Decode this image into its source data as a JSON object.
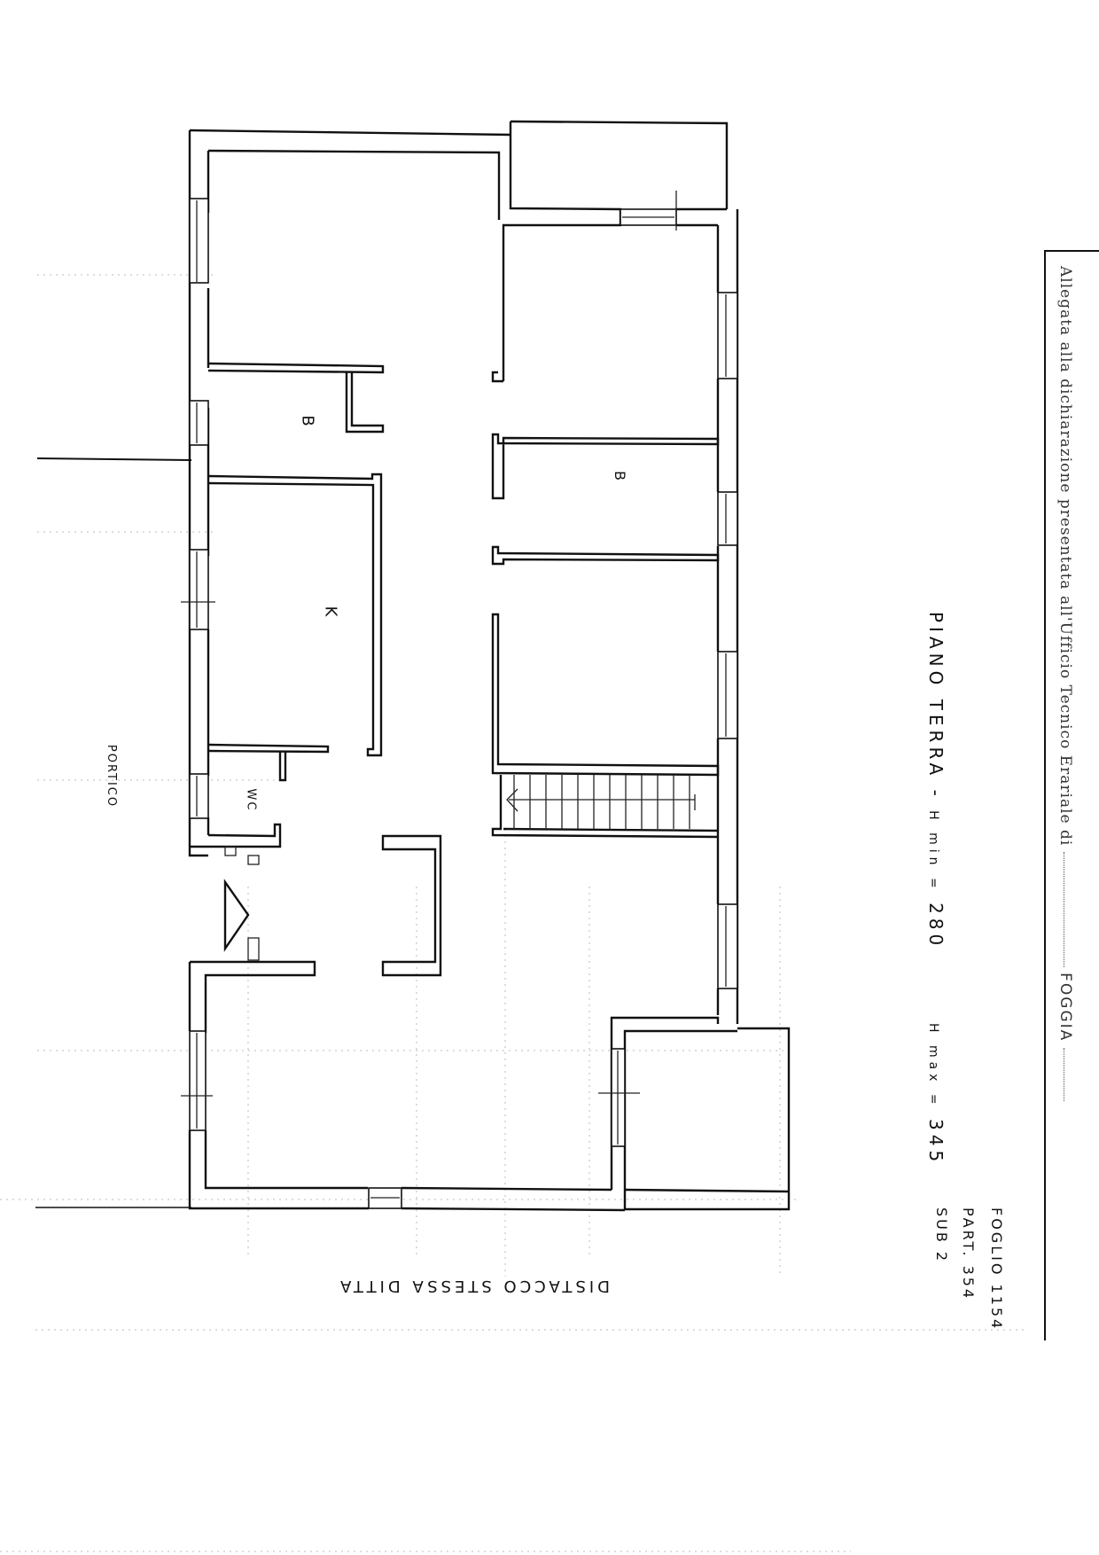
{
  "document": {
    "type": "floor plan (scanned cadastral drawing)",
    "orientation": "rotated 90° clockwise"
  },
  "margin_note": {
    "text_prefix": "Allegata alla dichiarazione presentata all'Ufficio Tecnico Erariale di",
    "place": "FOGGIA"
  },
  "title": {
    "floor": "PIANO TERRA",
    "h_min_label": "H min =",
    "h_min_value": "280",
    "h_max_label": "H max =",
    "h_max_value": "345"
  },
  "cadastral": {
    "foglio": "FOGLIO 1154",
    "particella": "PART. 354",
    "sub": "SUB 2"
  },
  "boundary_note": "DISTACCO STESSA DITTA",
  "exterior_label": "PORTICO",
  "rooms": [
    {
      "id": "bedroom-top-left",
      "label": ""
    },
    {
      "id": "bathroom-left",
      "label": "B"
    },
    {
      "id": "bathroom-right",
      "label": "B"
    },
    {
      "id": "kitchen",
      "label": "K"
    },
    {
      "id": "wc",
      "label": "WC"
    },
    {
      "id": "room-right-middle",
      "label": ""
    },
    {
      "id": "room-top-right",
      "label": ""
    },
    {
      "id": "living-bottom",
      "label": ""
    },
    {
      "id": "annex-bottom-right",
      "label": ""
    },
    {
      "id": "annex-top-right",
      "label": ""
    }
  ],
  "symbols": {
    "entrance": "entrance-triangle",
    "stairs": "staircase"
  },
  "colors": {
    "ink": "#111111",
    "paper": "#ffffff",
    "grid": "#bbbbbb"
  }
}
